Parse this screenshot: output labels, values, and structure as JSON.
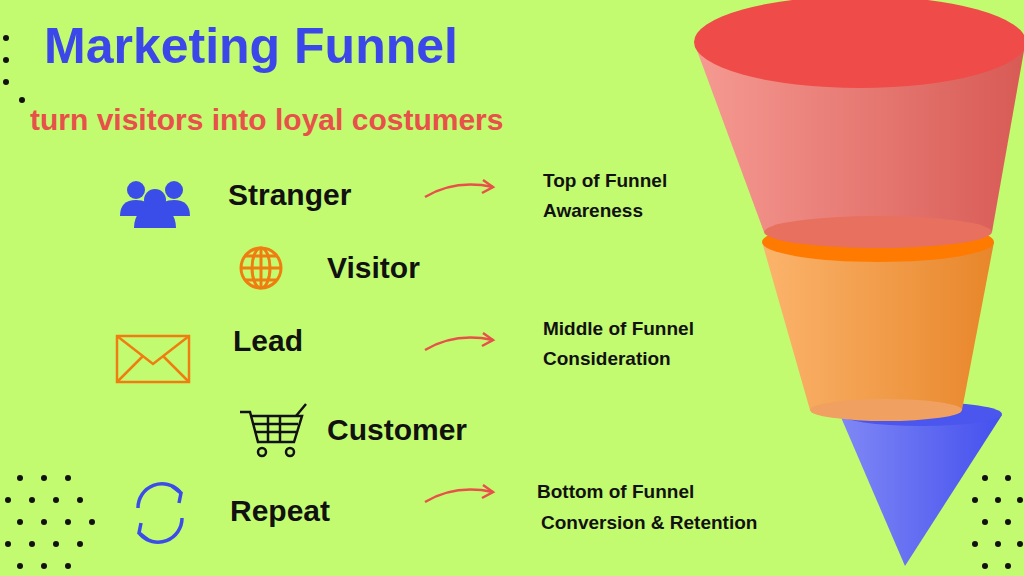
{
  "diagram": {
    "title": "Marketing Funnel",
    "labels": [
      "turn visitors into loyal costumers",
      "Stranger",
      "Top of Funnel",
      "Awareness",
      "Visitor",
      "Lead",
      "Middle of Funnel",
      "Consideration",
      "Customer",
      "Repeat",
      "Bottom of Funnel",
      "Conversion & Retention"
    ]
  }
}
